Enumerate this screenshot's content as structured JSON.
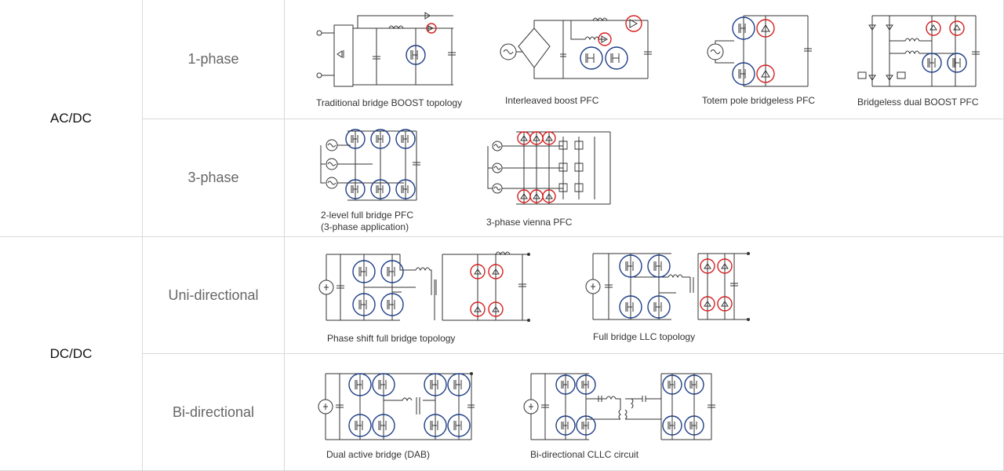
{
  "rows": [
    {
      "category": "AC/DC",
      "subcategories": [
        "1-phase",
        "3-phase"
      ]
    },
    {
      "category": "DC/DC",
      "subcategories": [
        "Uni-directional",
        "Bi-directional"
      ]
    }
  ],
  "diagrams": {
    "ac1": [
      {
        "caption": "Traditional bridge BOOST topology"
      },
      {
        "caption": "Interleaved boost PFC"
      },
      {
        "caption": "Totem pole bridgeless PFC"
      },
      {
        "caption": "Bridgeless dual BOOST PFC"
      }
    ],
    "ac3": [
      {
        "caption": "2-level full bridge PFC",
        "caption2": "(3-phase application)"
      },
      {
        "caption": "3-phase vienna PFC"
      }
    ],
    "uni": [
      {
        "caption": "Phase shift full bridge topology"
      },
      {
        "caption": "Full bridge LLC topology"
      }
    ],
    "bi": [
      {
        "caption": "Dual active bridge (DAB)"
      },
      {
        "caption": "Bi-directional CLLC circuit"
      }
    ]
  },
  "colors": {
    "mosfet_highlight": "#1f3f86",
    "diode_highlight": "#d42020",
    "grid_line": "#d9d9d9"
  }
}
